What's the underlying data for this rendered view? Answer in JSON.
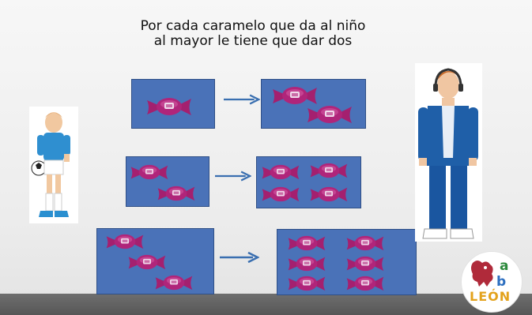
{
  "title": {
    "line1": "Por cada caramelo que da al niño",
    "line2": "al  mayor le tiene que dar dos"
  },
  "rows": [
    {
      "left_candies": 1,
      "right_candies": 2
    },
    {
      "left_candies": 2,
      "right_candies": 4
    },
    {
      "left_candies": 3,
      "right_candies": 6
    }
  ],
  "logo": {
    "letter_a": "a",
    "letter_b": "b",
    "word": "LEÓN"
  },
  "colors": {
    "box": "#4a72b8",
    "candy": "#b0257a",
    "arrow": "#3a6fb0"
  },
  "icons": [
    "candy-icon",
    "right-arrow-icon",
    "boy-soccer-figure",
    "teen-headphones-figure",
    "lion-logo"
  ]
}
